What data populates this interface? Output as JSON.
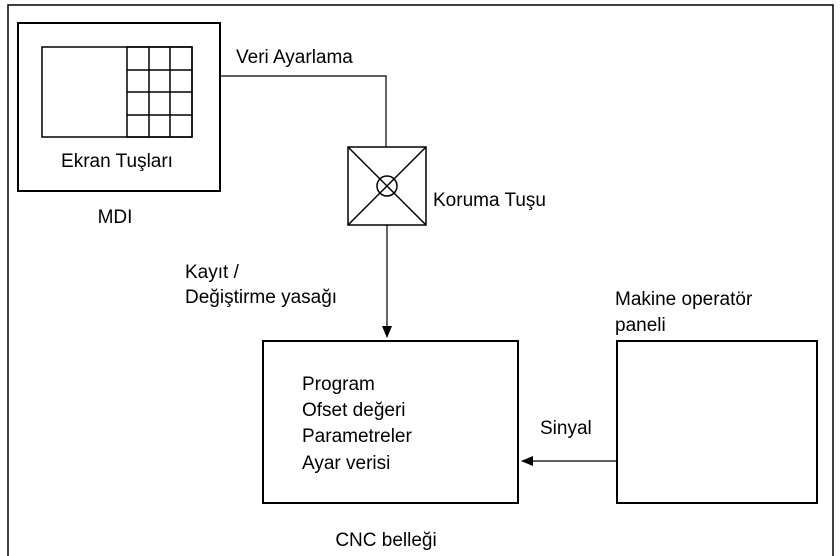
{
  "diagram": {
    "mdi": {
      "title": "MDI",
      "screen_keys_label": "Ekran Tuşları",
      "data_setting_label": "Veri Ayarlama"
    },
    "protect_key": {
      "label": "Koruma Tuşu"
    },
    "prohibition": {
      "line1": "Kayıt /",
      "line2": "Değiştirme yasağı"
    },
    "cnc_memory": {
      "title": "CNC belleği",
      "items": [
        "Program",
        "Ofset değeri",
        "Parametreler",
        "Ayar verisi"
      ]
    },
    "operator_panel": {
      "line1": "Makine operatör",
      "line2": "paneli"
    },
    "signal_label": "Sinyal"
  }
}
